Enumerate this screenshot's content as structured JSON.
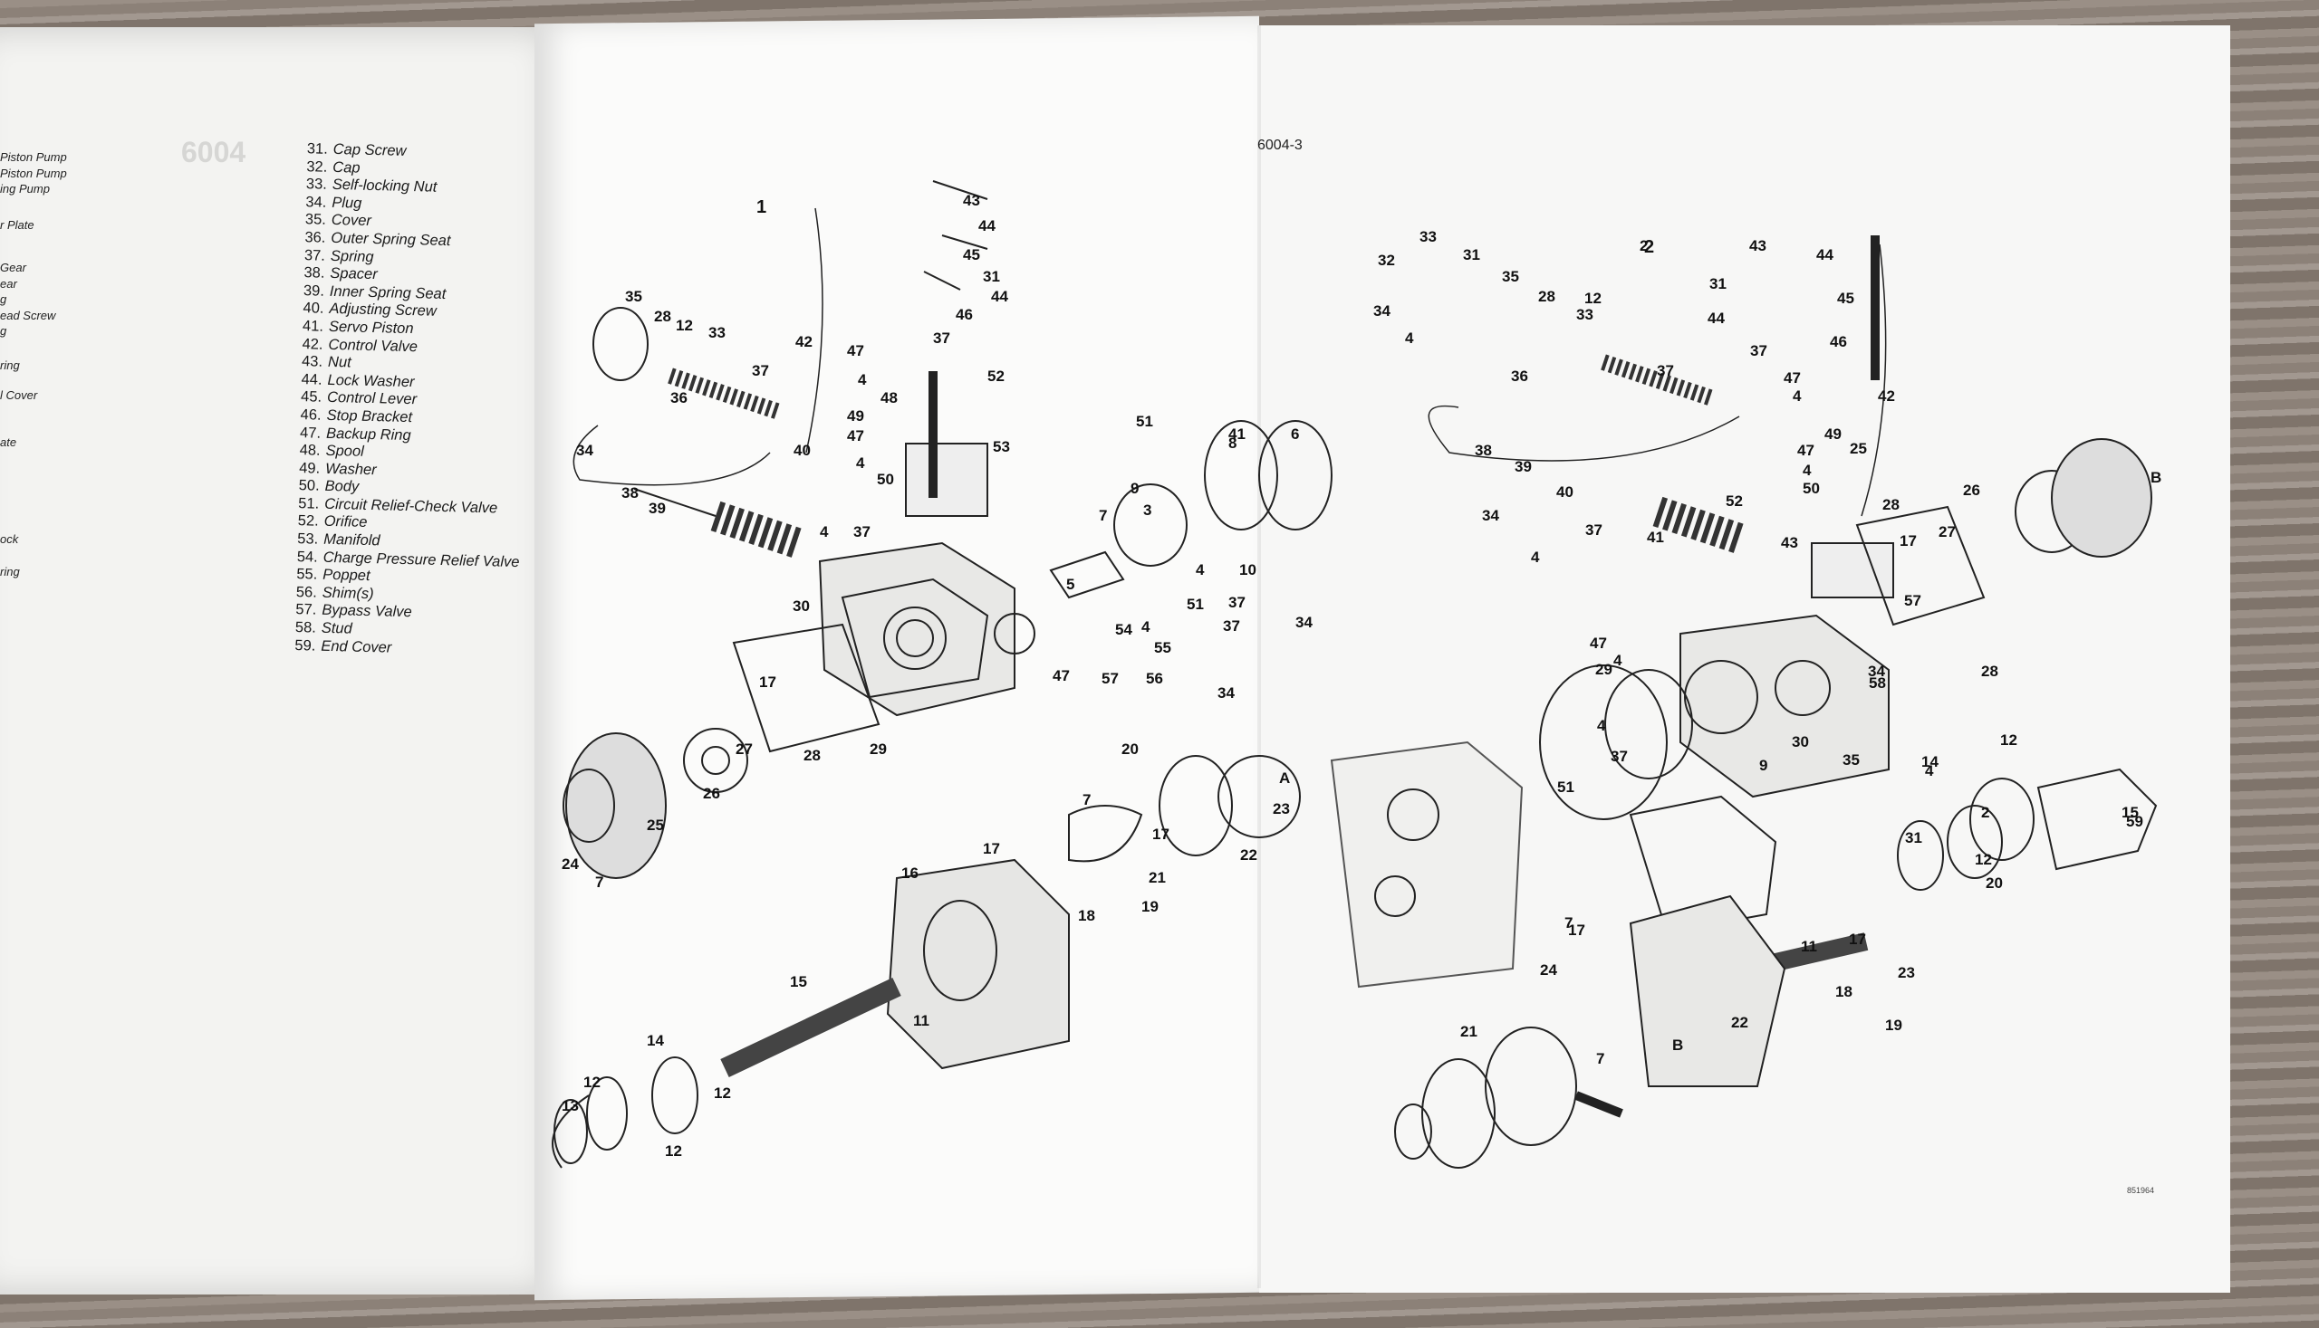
{
  "legend_fragments": [
    "Piston Pump",
    "Piston Pump",
    "ing Pump",
    "r Plate",
    "Gear",
    "ear",
    "g",
    "ead Screw",
    "g",
    "ring",
    "l Cover",
    "ate",
    "ock",
    "ring"
  ],
  "legend": [
    {
      "num": "31.",
      "label": "Cap Screw"
    },
    {
      "num": "32.",
      "label": "Cap"
    },
    {
      "num": "33.",
      "label": "Self-locking Nut"
    },
    {
      "num": "34.",
      "label": "Plug"
    },
    {
      "num": "35.",
      "label": "Cover"
    },
    {
      "num": "36.",
      "label": "Outer Spring Seat"
    },
    {
      "num": "37.",
      "label": "Spring"
    },
    {
      "num": "38.",
      "label": "Spacer"
    },
    {
      "num": "39.",
      "label": "Inner Spring Seat"
    },
    {
      "num": "40.",
      "label": "Adjusting Screw"
    },
    {
      "num": "41.",
      "label": "Servo Piston"
    },
    {
      "num": "42.",
      "label": "Control Valve"
    },
    {
      "num": "43.",
      "label": "Nut"
    },
    {
      "num": "44.",
      "label": "Lock Washer"
    },
    {
      "num": "45.",
      "label": "Control Lever"
    },
    {
      "num": "46.",
      "label": "Stop Bracket"
    },
    {
      "num": "47.",
      "label": "Backup Ring"
    },
    {
      "num": "48.",
      "label": "Spool"
    },
    {
      "num": "49.",
      "label": "Washer"
    },
    {
      "num": "50.",
      "label": "Body"
    },
    {
      "num": "51.",
      "label": "Circuit Relief-Check Valve"
    },
    {
      "num": "52.",
      "label": "Orifice"
    },
    {
      "num": "53.",
      "label": "Manifold"
    },
    {
      "num": "54.",
      "label": "Charge Pressure Relief Valve"
    },
    {
      "num": "55.",
      "label": "Poppet"
    },
    {
      "num": "56.",
      "label": "Shim(s)"
    },
    {
      "num": "57.",
      "label": "Bypass Valve"
    },
    {
      "num": "58.",
      "label": "Stud"
    },
    {
      "num": "59.",
      "label": "End Cover"
    }
  ],
  "page_number": "6004-3",
  "figure_labels": {
    "fig1": "1",
    "fig2": "2"
  },
  "drawing_code": "851964",
  "callouts_left": [
    "43",
    "44",
    "45",
    "31",
    "44",
    "46",
    "37",
    "42",
    "47",
    "4",
    "48",
    "52",
    "47",
    "49",
    "53",
    "35",
    "28",
    "12",
    "33",
    "36",
    "37",
    "34",
    "38",
    "39",
    "40",
    "4",
    "50",
    "4",
    "37",
    "51",
    "41",
    "3",
    "7",
    "9",
    "8",
    "6",
    "5",
    "4",
    "10",
    "51",
    "37",
    "54",
    "4",
    "34",
    "55",
    "37",
    "30",
    "47",
    "57",
    "56",
    "34",
    "17",
    "27",
    "28",
    "29",
    "20",
    "26",
    "7",
    "17",
    "A",
    "23",
    "22",
    "25",
    "24",
    "7",
    "21",
    "16",
    "17",
    "18",
    "19",
    "15",
    "11",
    "14",
    "12",
    "12",
    "13",
    "12"
  ],
  "callouts_right": [
    "33",
    "31",
    "32",
    "35",
    "34",
    "4",
    "28",
    "12",
    "33",
    "36",
    "37",
    "2",
    "43",
    "44",
    "31",
    "45",
    "44",
    "46",
    "37",
    "47",
    "4",
    "42",
    "38",
    "39",
    "40",
    "52",
    "49",
    "47",
    "4",
    "50",
    "34",
    "37",
    "4",
    "41",
    "43",
    "28",
    "25",
    "B",
    "26",
    "27",
    "17",
    "57",
    "47",
    "4",
    "29",
    "34",
    "58",
    "28",
    "4",
    "30",
    "51",
    "37",
    "9",
    "35",
    "14",
    "12",
    "4",
    "2",
    "31",
    "15",
    "12",
    "20",
    "59",
    "7",
    "17",
    "11",
    "22",
    "18",
    "23",
    "19",
    "17",
    "24",
    "21",
    "B",
    "7"
  ]
}
